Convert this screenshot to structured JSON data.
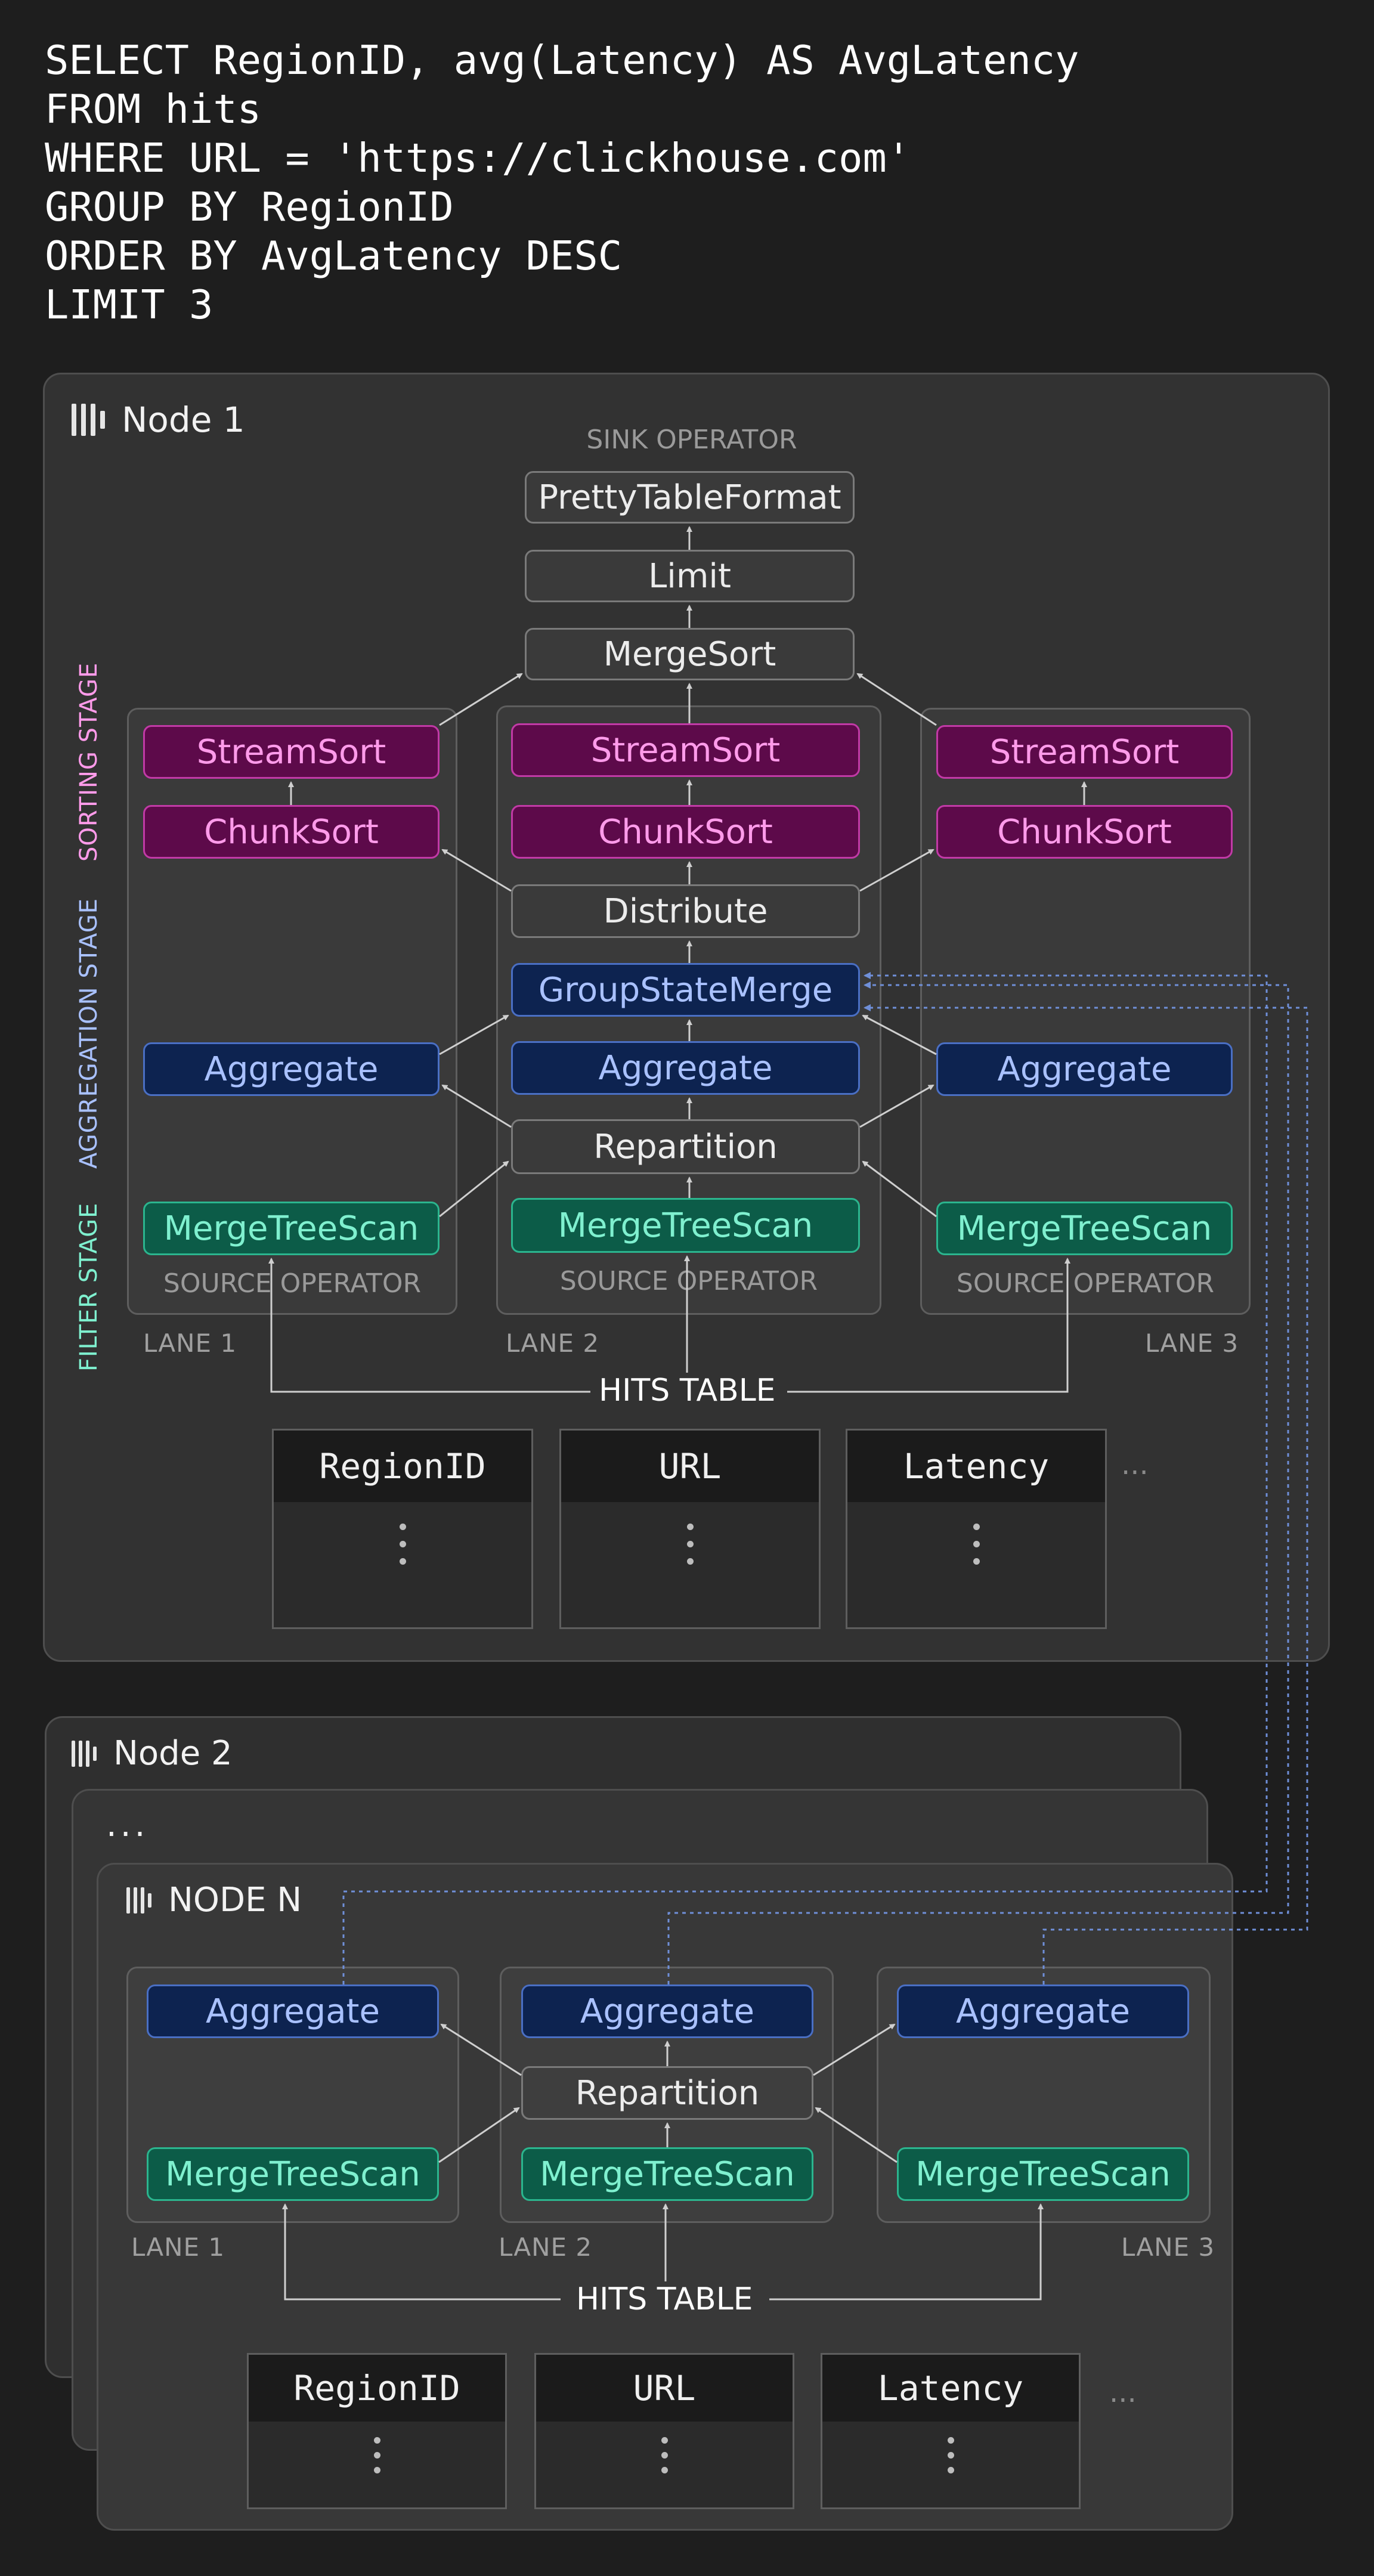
{
  "query": {
    "lines": [
      "SELECT RegionID, avg(Latency) AS AvgLatency",
      "FROM hits",
      "WHERE URL = 'https://clickhouse.com'",
      "GROUP BY RegionID",
      "ORDER BY AvgLatency DESC",
      "LIMIT 3"
    ]
  },
  "node1": {
    "title": "Node 1",
    "sink_label": "SINK OPERATOR",
    "top_ops": [
      "PrettyTableFormat",
      "Limit",
      "MergeSort"
    ],
    "stages": [
      "SORTING STAGE",
      "AGGREGATION STAGE",
      "FILTER STAGE"
    ],
    "lanes": [
      {
        "label": "LANE 1",
        "ops": [
          "StreamSort",
          "ChunkSort",
          "Aggregate",
          "MergeTreeScan"
        ],
        "source": "SOURCE OPERATOR"
      },
      {
        "label": "LANE 2",
        "ops": [
          "StreamSort",
          "ChunkSort",
          "Distribute",
          "GroupStateMerge",
          "Aggregate",
          "Repartition",
          "MergeTreeScan"
        ],
        "source": "SOURCE OPERATOR"
      },
      {
        "label": "LANE 3",
        "ops": [
          "StreamSort",
          "ChunkSort",
          "Aggregate",
          "MergeTreeScan"
        ],
        "source": "SOURCE OPERATOR"
      }
    ],
    "table_label": "HITS TABLE",
    "columns": [
      "RegionID",
      "URL",
      "Latency"
    ],
    "more": "..."
  },
  "node2": {
    "title": "Node 2"
  },
  "node_middle": {
    "title": "..."
  },
  "nodeN": {
    "title": "NODE N",
    "lanes": [
      {
        "label": "LANE 1",
        "ops": [
          "Aggregate",
          "MergeTreeScan"
        ]
      },
      {
        "label": "LANE 2",
        "ops": [
          "Aggregate",
          "Repartition",
          "MergeTreeScan"
        ]
      },
      {
        "label": "LANE 3",
        "ops": [
          "Aggregate",
          "MergeTreeScan"
        ]
      }
    ],
    "table_label": "HITS TABLE",
    "columns": [
      "RegionID",
      "URL",
      "Latency"
    ],
    "more": "..."
  },
  "colors": {
    "sorting": "#ff9bea",
    "aggregation": "#a9c1ff",
    "filter": "#7ff0cf",
    "connector": "#6f8fd8"
  }
}
